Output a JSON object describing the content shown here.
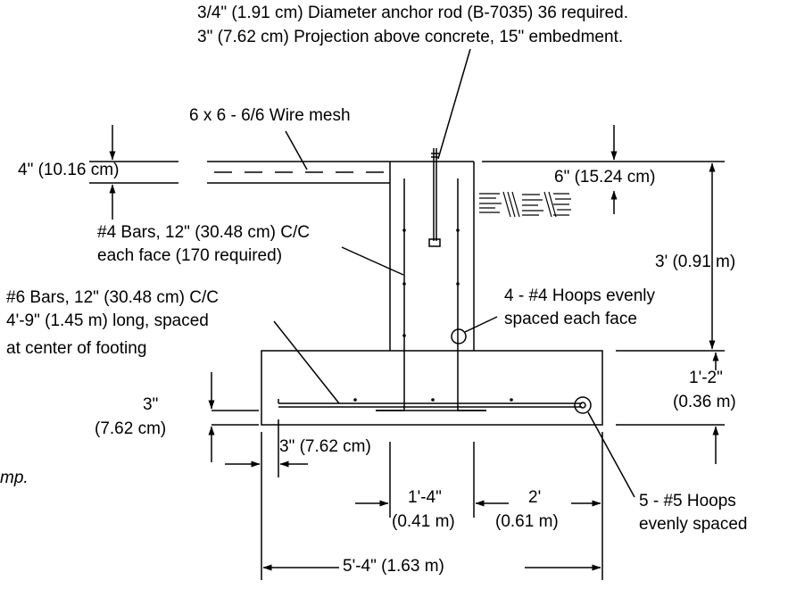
{
  "labels": {
    "anchor_rod_line1": "3/4\" (1.91 cm) Diameter anchor rod (B-7035) 36 required.",
    "anchor_rod_line2": "3\" (7.62 cm) Projection above concrete, 15\" embedment.",
    "wire_mesh": "6 x 6 - 6/6 Wire mesh",
    "slab_thickness": "4\" (10.16 cm)",
    "dim_6in": "6\" (15.24 cm)",
    "bars4_line1": "#4 Bars, 12\" (30.48 cm) C/C",
    "bars4_line2": "each face (170 required)",
    "dim_3ft": "3' (0.91 m)",
    "bars6_line1": "#6 Bars, 12\" (30.48 cm) C/C",
    "bars6_line2": "4'-9\" (1.45 m) long, spaced",
    "bars6_line3": "at center of footing",
    "hoops4_line1": "4 - #4 Hoops evenly",
    "hoops4_line2": "spaced each face",
    "dim_1ft2_line1": "1'-2\"",
    "dim_1ft2_line2": "(0.36 m)",
    "dim_3in_line1": "3\"",
    "dim_3in_line2": "(7.62 cm)",
    "dim_3in_horizontal": "3\" (7.62 cm)",
    "cut_text": "mp.",
    "dim_1ft4_line1": "1'-4\"",
    "dim_1ft4_line2": "(0.41 m)",
    "dim_2ft_line1": "2'",
    "dim_2ft_line2": "(0.61 m)",
    "hoops5_line1": "5 - #5 Hoops",
    "hoops5_line2": "evenly spaced",
    "dim_5ft4": "5'-4\" (1.63 m)"
  },
  "colors": {
    "line": "#000000",
    "background": "#ffffff"
  }
}
